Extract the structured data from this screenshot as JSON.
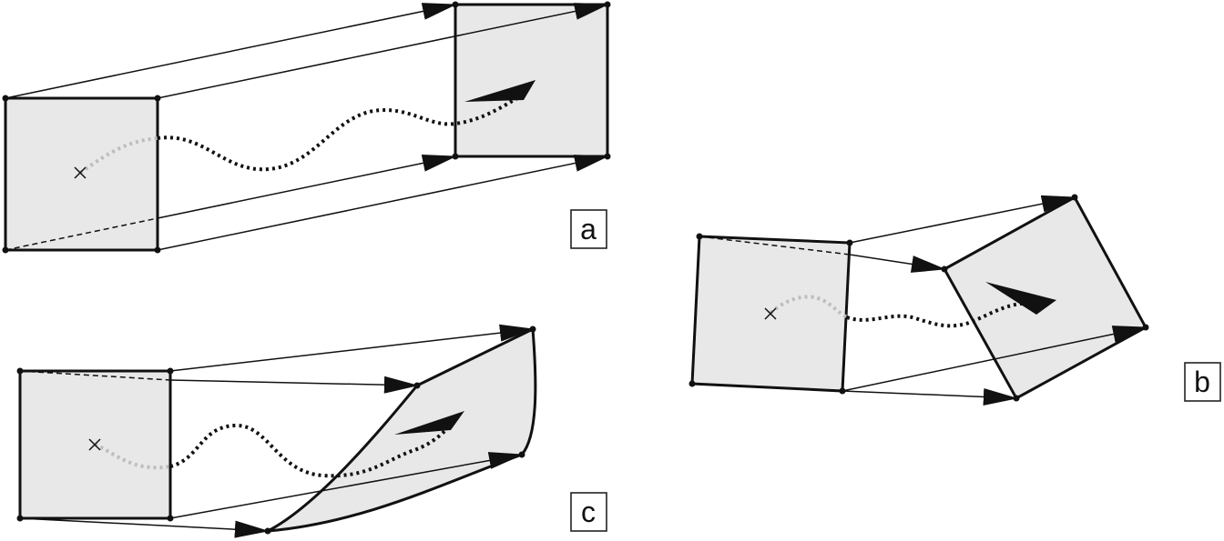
{
  "panels": {
    "a": {
      "label": "a"
    },
    "b": {
      "label": "b"
    },
    "c": {
      "label": "c"
    }
  },
  "colors": {
    "fill": "#e8e8e8",
    "stroke": "#111111",
    "path_start": "#bdbdbd",
    "path_main": "#111111"
  }
}
